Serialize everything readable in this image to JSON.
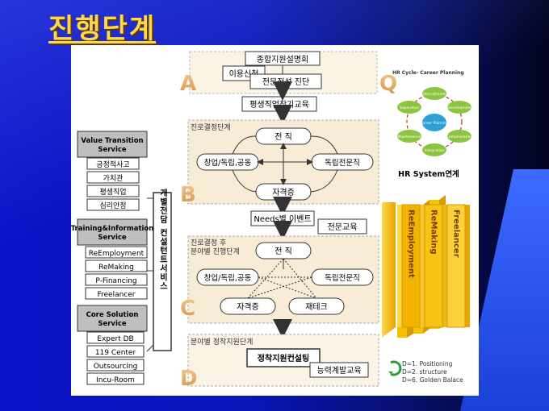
{
  "slide": {
    "title": "진행단계"
  },
  "phases": {
    "A": "A",
    "B": "B",
    "C": "C",
    "D": "D",
    "Q": "Q"
  },
  "top": {
    "apply": "이용신청",
    "briefing": "종합지원설명회",
    "diagnosis": "전문적성 진단",
    "lifetime_job": "평생직업찾기교육"
  },
  "section_b": {
    "label": "진로결정단계",
    "job_change": "전 직",
    "startup": "창업/독립,공동",
    "independent": "독립전문직",
    "certificate": "자격증"
  },
  "needs": {
    "event": "Needs별 이벤트",
    "edu": "전문교육"
  },
  "section_c": {
    "label_line1": "진로결정 후",
    "label_line2": "분야별 진행단계",
    "job_change": "전 직",
    "startup": "창업/독립,공동",
    "independent": "독립전문직",
    "certificate": "자격증",
    "finance": "재테크"
  },
  "section_d": {
    "label": "분야별 정착지원단계",
    "consulting": "정착지원컨설팅",
    "skills": "능력계발교육"
  },
  "left_groups": [
    {
      "title_line1": "Value Transition",
      "title_line2": "Service",
      "items": [
        "긍정적사고",
        "가치관",
        "평생직업",
        "심리안정"
      ]
    },
    {
      "title_line1": "Training&Information",
      "title_line2": "Service",
      "items": [
        "ReEmployment",
        "ReMaking",
        "P-Financing",
        "Freelancer"
      ]
    },
    {
      "title_line1": "Core Solution",
      "title_line2": "Service",
      "items": [
        "Expert DB",
        "119 Center",
        "Outsourcing",
        "Incu-Room"
      ]
    }
  ],
  "vertical_band": {
    "line1": "개별전담",
    "line2": "컨설턴트서비스"
  },
  "hr_cycle": {
    "title": "HR Cycle- Career Planning",
    "center": "Career Planning",
    "nodes": [
      "Recruitment",
      "Development",
      "Compensation",
      "Integration",
      "Maintenance",
      "Separation"
    ],
    "caption": "HR System연계"
  },
  "outputs": [
    "ReEmployment",
    "ReMaking",
    "Freelancer"
  ],
  "legend": [
    "D=1. Positioning",
    "D=2. structure",
    "D=6. Golden Balace"
  ],
  "colors": {
    "accent_gold": "#f2b400",
    "dashed_bg": "#f8ecd6",
    "phase_letter": "#e0a85a"
  }
}
